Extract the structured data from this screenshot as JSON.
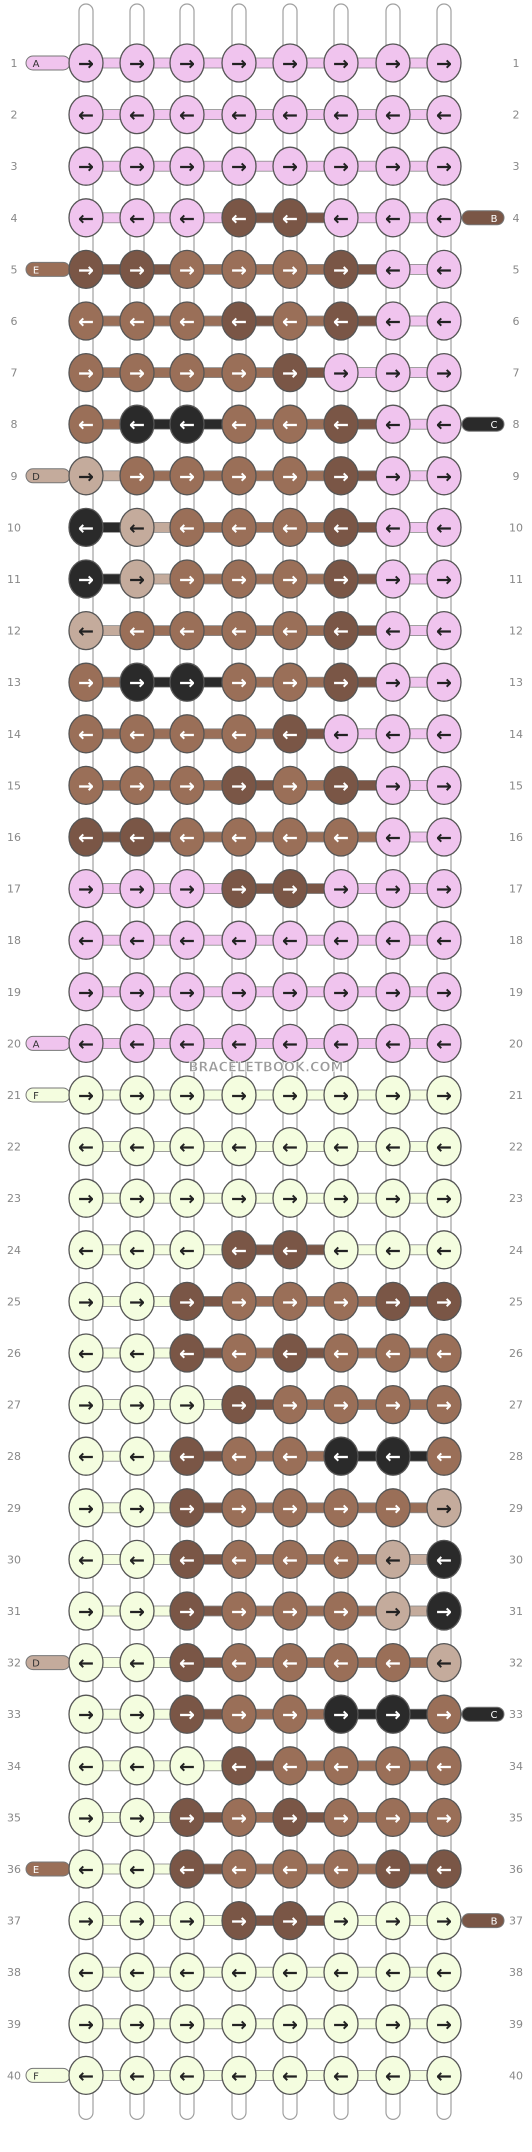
{
  "watermark": "BRACELETBOOK.COM",
  "colors": {
    "A": "#f0c4ee",
    "B": "#7a5646",
    "C": "#2a2a2a",
    "D": "#c4ab9c",
    "E": "#9a6f58",
    "F": "#f4fddf"
  },
  "rows": [
    {
      "n": "1",
      "left": "A",
      "right": "",
      "cells": [
        "A",
        "A",
        "A",
        "A",
        "A",
        "A",
        "A",
        "A"
      ],
      "arrows": [
        "→",
        "→",
        "→",
        "→",
        "→",
        "→",
        "→",
        "→"
      ]
    },
    {
      "n": "2",
      "left": "",
      "right": "",
      "cells": [
        "A",
        "A",
        "A",
        "A",
        "A",
        "A",
        "A",
        "A"
      ],
      "arrows": [
        "←",
        "←",
        "←",
        "←",
        "←",
        "←",
        "←",
        "←"
      ]
    },
    {
      "n": "3",
      "left": "",
      "right": "",
      "cells": [
        "A",
        "A",
        "A",
        "A",
        "A",
        "A",
        "A",
        "A"
      ],
      "arrows": [
        "→",
        "→",
        "→",
        "→",
        "→",
        "→",
        "→",
        "→"
      ]
    },
    {
      "n": "4",
      "left": "",
      "right": "B",
      "cells": [
        "A",
        "A",
        "A",
        "B",
        "B",
        "A",
        "A",
        "A"
      ],
      "arrows": [
        "←",
        "←",
        "←",
        "←",
        "←",
        "←",
        "←",
        "←"
      ]
    },
    {
      "n": "5",
      "left": "E",
      "right": "",
      "cells": [
        "B",
        "B",
        "E",
        "E",
        "E",
        "B",
        "A",
        "A"
      ],
      "arrows": [
        "→",
        "→",
        "→",
        "→",
        "→",
        "→",
        "←",
        "←"
      ]
    },
    {
      "n": "6",
      "left": "",
      "right": "",
      "cells": [
        "E",
        "E",
        "E",
        "B",
        "E",
        "B",
        "A",
        "A"
      ],
      "arrows": [
        "←",
        "←",
        "←",
        "←",
        "←",
        "←",
        "←",
        "←"
      ]
    },
    {
      "n": "7",
      "left": "",
      "right": "",
      "cells": [
        "E",
        "E",
        "E",
        "E",
        "B",
        "A",
        "A",
        "A"
      ],
      "arrows": [
        "→",
        "→",
        "→",
        "→",
        "→",
        "→",
        "→",
        "→"
      ]
    },
    {
      "n": "8",
      "left": "",
      "right": "C",
      "cells": [
        "E",
        "C",
        "C",
        "E",
        "E",
        "B",
        "A",
        "A"
      ],
      "arrows": [
        "←",
        "←",
        "←",
        "←",
        "←",
        "←",
        "←",
        "←"
      ]
    },
    {
      "n": "9",
      "left": "D",
      "right": "",
      "cells": [
        "D",
        "E",
        "E",
        "E",
        "E",
        "B",
        "A",
        "A"
      ],
      "arrows": [
        "→",
        "→",
        "→",
        "→",
        "→",
        "→",
        "→",
        "→"
      ]
    },
    {
      "n": "10",
      "left": "",
      "right": "",
      "cells": [
        "C",
        "D",
        "E",
        "E",
        "E",
        "B",
        "A",
        "A"
      ],
      "arrows": [
        "←",
        "←",
        "←",
        "←",
        "←",
        "←",
        "←",
        "←"
      ]
    },
    {
      "n": "11",
      "left": "",
      "right": "",
      "cells": [
        "C",
        "D",
        "E",
        "E",
        "E",
        "B",
        "A",
        "A"
      ],
      "arrows": [
        "→",
        "→",
        "→",
        "→",
        "→",
        "→",
        "→",
        "→"
      ]
    },
    {
      "n": "12",
      "left": "",
      "right": "",
      "cells": [
        "D",
        "E",
        "E",
        "E",
        "E",
        "B",
        "A",
        "A"
      ],
      "arrows": [
        "←",
        "←",
        "←",
        "←",
        "←",
        "←",
        "←",
        "←"
      ]
    },
    {
      "n": "13",
      "left": "",
      "right": "",
      "cells": [
        "E",
        "C",
        "C",
        "E",
        "E",
        "B",
        "A",
        "A"
      ],
      "arrows": [
        "→",
        "→",
        "→",
        "→",
        "→",
        "→",
        "→",
        "→"
      ]
    },
    {
      "n": "14",
      "left": "",
      "right": "",
      "cells": [
        "E",
        "E",
        "E",
        "E",
        "B",
        "A",
        "A",
        "A"
      ],
      "arrows": [
        "←",
        "←",
        "←",
        "←",
        "←",
        "←",
        "←",
        "←"
      ]
    },
    {
      "n": "15",
      "left": "",
      "right": "",
      "cells": [
        "E",
        "E",
        "E",
        "B",
        "E",
        "B",
        "A",
        "A"
      ],
      "arrows": [
        "→",
        "→",
        "→",
        "→",
        "→",
        "→",
        "→",
        "→"
      ]
    },
    {
      "n": "16",
      "left": "",
      "right": "",
      "cells": [
        "B",
        "B",
        "E",
        "E",
        "E",
        "E",
        "A",
        "A"
      ],
      "arrows": [
        "←",
        "←",
        "←",
        "←",
        "←",
        "←",
        "←",
        "←"
      ]
    },
    {
      "n": "17",
      "left": "",
      "right": "",
      "cells": [
        "A",
        "A",
        "A",
        "B",
        "B",
        "A",
        "A",
        "A"
      ],
      "arrows": [
        "→",
        "→",
        "→",
        "→",
        "→",
        "→",
        "→",
        "→"
      ]
    },
    {
      "n": "18",
      "left": "",
      "right": "",
      "cells": [
        "A",
        "A",
        "A",
        "A",
        "A",
        "A",
        "A",
        "A"
      ],
      "arrows": [
        "←",
        "←",
        "←",
        "←",
        "←",
        "←",
        "←",
        "←"
      ]
    },
    {
      "n": "19",
      "left": "",
      "right": "",
      "cells": [
        "A",
        "A",
        "A",
        "A",
        "A",
        "A",
        "A",
        "A"
      ],
      "arrows": [
        "→",
        "→",
        "→",
        "→",
        "→",
        "→",
        "→",
        "→"
      ]
    },
    {
      "n": "20",
      "left": "A",
      "right": "",
      "cells": [
        "A",
        "A",
        "A",
        "A",
        "A",
        "A",
        "A",
        "A"
      ],
      "arrows": [
        "←",
        "←",
        "←",
        "←",
        "←",
        "←",
        "←",
        "←"
      ]
    },
    {
      "n": "21",
      "left": "F",
      "right": "",
      "cells": [
        "F",
        "F",
        "F",
        "F",
        "F",
        "F",
        "F",
        "F"
      ],
      "arrows": [
        "→",
        "→",
        "→",
        "→",
        "→",
        "→",
        "→",
        "→"
      ]
    },
    {
      "n": "22",
      "left": "",
      "right": "",
      "cells": [
        "F",
        "F",
        "F",
        "F",
        "F",
        "F",
        "F",
        "F"
      ],
      "arrows": [
        "←",
        "←",
        "←",
        "←",
        "←",
        "←",
        "←",
        "←"
      ]
    },
    {
      "n": "23",
      "left": "",
      "right": "",
      "cells": [
        "F",
        "F",
        "F",
        "F",
        "F",
        "F",
        "F",
        "F"
      ],
      "arrows": [
        "→",
        "→",
        "→",
        "→",
        "→",
        "→",
        "→",
        "→"
      ]
    },
    {
      "n": "24",
      "left": "",
      "right": "",
      "cells": [
        "F",
        "F",
        "F",
        "B",
        "B",
        "F",
        "F",
        "F"
      ],
      "arrows": [
        "←",
        "←",
        "←",
        "←",
        "←",
        "←",
        "←",
        "←"
      ]
    },
    {
      "n": "25",
      "left": "",
      "right": "",
      "cells": [
        "F",
        "F",
        "B",
        "E",
        "E",
        "E",
        "B",
        "B"
      ],
      "arrows": [
        "→",
        "→",
        "→",
        "→",
        "→",
        "→",
        "→",
        "→"
      ]
    },
    {
      "n": "26",
      "left": "",
      "right": "",
      "cells": [
        "F",
        "F",
        "B",
        "E",
        "B",
        "E",
        "E",
        "E"
      ],
      "arrows": [
        "←",
        "←",
        "←",
        "←",
        "←",
        "←",
        "←",
        "←"
      ]
    },
    {
      "n": "27",
      "left": "",
      "right": "",
      "cells": [
        "F",
        "F",
        "F",
        "B",
        "E",
        "E",
        "E",
        "E"
      ],
      "arrows": [
        "→",
        "→",
        "→",
        "→",
        "→",
        "→",
        "→",
        "→"
      ]
    },
    {
      "n": "28",
      "left": "",
      "right": "",
      "cells": [
        "F",
        "F",
        "B",
        "E",
        "E",
        "C",
        "C",
        "E"
      ],
      "arrows": [
        "←",
        "←",
        "←",
        "←",
        "←",
        "←",
        "←",
        "←"
      ]
    },
    {
      "n": "29",
      "left": "",
      "right": "",
      "cells": [
        "F",
        "F",
        "B",
        "E",
        "E",
        "E",
        "E",
        "D"
      ],
      "arrows": [
        "→",
        "→",
        "→",
        "→",
        "→",
        "→",
        "→",
        "→"
      ]
    },
    {
      "n": "30",
      "left": "",
      "right": "",
      "cells": [
        "F",
        "F",
        "B",
        "E",
        "E",
        "E",
        "D",
        "C"
      ],
      "arrows": [
        "←",
        "←",
        "←",
        "←",
        "←",
        "←",
        "←",
        "←"
      ]
    },
    {
      "n": "31",
      "left": "",
      "right": "",
      "cells": [
        "F",
        "F",
        "B",
        "E",
        "E",
        "E",
        "D",
        "C"
      ],
      "arrows": [
        "→",
        "→",
        "→",
        "→",
        "→",
        "→",
        "→",
        "→"
      ]
    },
    {
      "n": "32",
      "left": "D",
      "right": "",
      "cells": [
        "F",
        "F",
        "B",
        "E",
        "E",
        "E",
        "E",
        "D"
      ],
      "arrows": [
        "←",
        "←",
        "←",
        "←",
        "←",
        "←",
        "←",
        "←"
      ]
    },
    {
      "n": "33",
      "left": "",
      "right": "C",
      "cells": [
        "F",
        "F",
        "B",
        "E",
        "E",
        "C",
        "C",
        "E"
      ],
      "arrows": [
        "→",
        "→",
        "→",
        "→",
        "→",
        "→",
        "→",
        "→"
      ]
    },
    {
      "n": "34",
      "left": "",
      "right": "",
      "cells": [
        "F",
        "F",
        "F",
        "B",
        "E",
        "E",
        "E",
        "E"
      ],
      "arrows": [
        "←",
        "←",
        "←",
        "←",
        "←",
        "←",
        "←",
        "←"
      ]
    },
    {
      "n": "35",
      "left": "",
      "right": "",
      "cells": [
        "F",
        "F",
        "B",
        "E",
        "B",
        "E",
        "E",
        "E"
      ],
      "arrows": [
        "→",
        "→",
        "→",
        "→",
        "→",
        "→",
        "→",
        "→"
      ]
    },
    {
      "n": "36",
      "left": "E",
      "right": "",
      "cells": [
        "F",
        "F",
        "B",
        "E",
        "E",
        "E",
        "B",
        "B"
      ],
      "arrows": [
        "←",
        "←",
        "←",
        "←",
        "←",
        "←",
        "←",
        "←"
      ]
    },
    {
      "n": "37",
      "left": "",
      "right": "B",
      "cells": [
        "F",
        "F",
        "F",
        "B",
        "B",
        "F",
        "F",
        "F"
      ],
      "arrows": [
        "→",
        "→",
        "→",
        "→",
        "→",
        "→",
        "→",
        "→"
      ]
    },
    {
      "n": "38",
      "left": "",
      "right": "",
      "cells": [
        "F",
        "F",
        "F",
        "F",
        "F",
        "F",
        "F",
        "F"
      ],
      "arrows": [
        "←",
        "←",
        "←",
        "←",
        "←",
        "←",
        "←",
        "←"
      ]
    },
    {
      "n": "39",
      "left": "",
      "right": "",
      "cells": [
        "F",
        "F",
        "F",
        "F",
        "F",
        "F",
        "F",
        "F"
      ],
      "arrows": [
        "→",
        "→",
        "→",
        "→",
        "→",
        "→",
        "→",
        "→"
      ]
    },
    {
      "n": "40",
      "left": "F",
      "right": "",
      "cells": [
        "F",
        "F",
        "F",
        "F",
        "F",
        "F",
        "F",
        "F"
      ],
      "arrows": [
        "←",
        "←",
        "←",
        "←",
        "←",
        "←",
        "←",
        "←"
      ]
    }
  ]
}
